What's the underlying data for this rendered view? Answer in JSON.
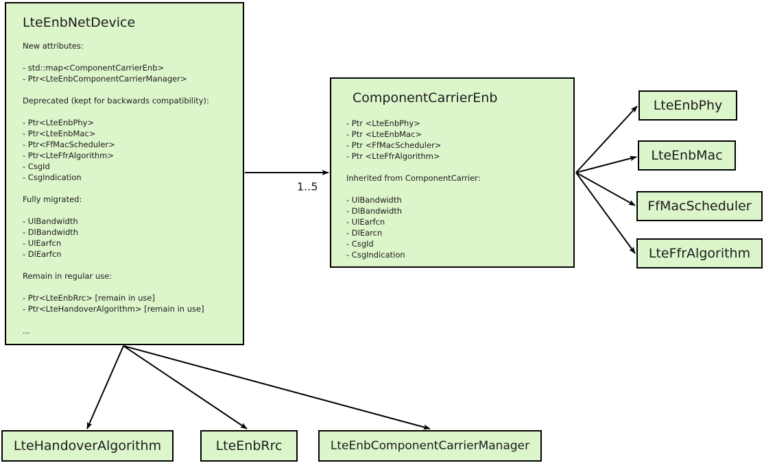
{
  "diagram": {
    "type": "uml-class-diagram",
    "background_color": "#ffffff",
    "box_fill_color": "#ddf5cb",
    "box_border_color": "#000000",
    "text_color": "#1a1a1a"
  },
  "boxes": {
    "lte_enb_net_device": {
      "title": "LteEnbNetDevice",
      "lines": [
        "New attributes:",
        "",
        "- std::map<ComponentCarrierEnb>",
        "- Ptr<LteEnbComponentCarrierManager>",
        "",
        "Deprecated (kept for backwards compatibility):",
        "",
        "- Ptr<LteEnbPhy>",
        "- Ptr<LteEnbMac>",
        "- Ptr<FfMacScheduler>",
        "- Ptr<LteFfrAlgorithm>",
        "- CsgId",
        "- CsgIndication",
        "",
        "Fully migrated:",
        "",
        "- UlBandwidth",
        "- DlBandwidth",
        "- UlEarfcn",
        "- DlEarfcn",
        "",
        "Remain in regular use:",
        "",
        "- Ptr<LteEnbRrc> [remain in use]",
        "- Ptr<LteHandoverAlgorithm> [remain in use]",
        "",
        "..."
      ]
    },
    "component_carrier_enb": {
      "title": "ComponentCarrierEnb",
      "lines": [
        "- Ptr <LteEnbPhy>",
        "- Ptr <LteEnbMac>",
        "- Ptr <FfMacScheduler>",
        "- Ptr <LteFfrAlgorithm>",
        "",
        "Inherited from ComponentCarrier:",
        "",
        "- UlBandwidth",
        "- DlBandwidth",
        "- UlEarfcn",
        "- DlEarcn",
        "- CsgId",
        "- CsgIndication"
      ]
    },
    "lte_enb_phy": {
      "title": "LteEnbPhy"
    },
    "lte_enb_mac": {
      "title": "LteEnbMac"
    },
    "ff_mac_scheduler": {
      "title": "FfMacScheduler"
    },
    "lte_ffr_algorithm": {
      "title": "LteFfrAlgorithm"
    },
    "lte_handover_algorithm": {
      "title": "LteHandoverAlgorithm"
    },
    "lte_enb_rrc": {
      "title": "LteEnbRrc"
    },
    "lte_enb_component_carrier_manager": {
      "title": "LteEnbComponentCarrierManager"
    }
  },
  "edges": {
    "net_device_to_component_carrier": {
      "multiplicity_label": "1..5"
    }
  }
}
